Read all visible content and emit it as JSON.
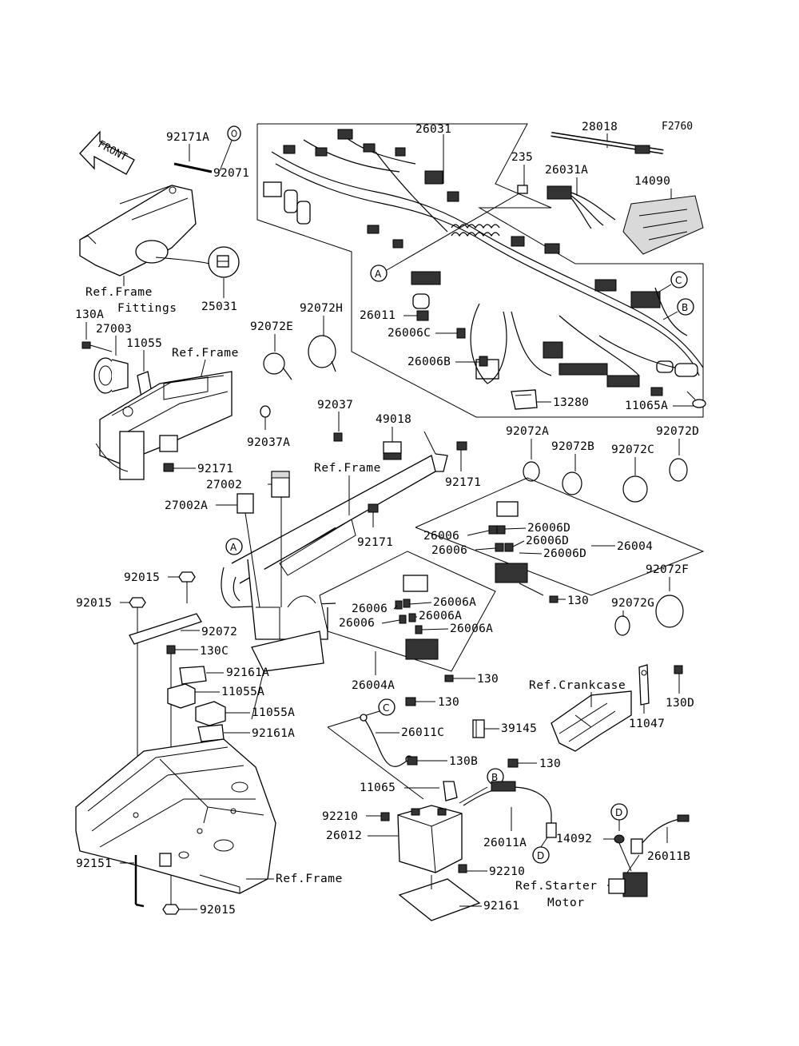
{
  "figure_code": "F2760",
  "front_label": "FRONT",
  "circle_markers": {
    "a": "A",
    "b": "B",
    "c": "C",
    "d": "D"
  },
  "parts": {
    "p26031": "26031",
    "p28018": "28018",
    "p235": "235",
    "p26031A": "26031A",
    "p14090": "14090",
    "p92171A": "92171A",
    "p92071": "92071",
    "p25031": "25031",
    "p130A": "130A",
    "p27003": "27003",
    "p11055": "11055",
    "p92072E": "92072E",
    "p92072H": "92072H",
    "p26011": "26011",
    "p26006C": "26006C",
    "p26006B": "26006B",
    "p13280": "13280",
    "p11065A": "11065A",
    "p92037": "92037",
    "p92037A": "92037A",
    "p49018": "49018",
    "p92171_a": "92171",
    "p92171_b": "92171",
    "p92171_c": "92171",
    "p27002": "27002",
    "p27002A": "27002A",
    "p92072A": "92072A",
    "p92072B": "92072B",
    "p92072C": "92072C",
    "p92072D": "92072D",
    "p26006_1": "26006",
    "p26006_2": "26006",
    "p26006D_1": "26006D",
    "p26006D_2": "26006D",
    "p26006D_3": "26006D",
    "p26004": "26004",
    "p130_1": "130",
    "p92072G": "92072G",
    "p92072F": "92072F",
    "p92015_1": "92015",
    "p92015_2": "92015",
    "p92072": "92072",
    "p130C": "130C",
    "p92161A_1": "92161A",
    "p11055A_1": "11055A",
    "p11055A_2": "11055A",
    "p92161A_2": "92161A",
    "p26006_3": "26006",
    "p26006_4": "26006",
    "p26006A_1": "26006A",
    "p26006A_2": "26006A",
    "p26006A_3": "26006A",
    "p26004A": "26004A",
    "p130_2": "130",
    "p130_3": "130",
    "p26011C": "26011C",
    "p39145": "39145",
    "p130B": "130B",
    "p130_4": "130",
    "p11047": "11047",
    "p130D": "130D",
    "p11065": "11065",
    "p92210_1": "92210",
    "p26012": "26012",
    "p26011A": "26011A",
    "p92210_2": "92210",
    "p14092": "14092",
    "p26011B": "26011B",
    "p92151": "92151",
    "p92015_3": "92015",
    "p92161": "92161"
  },
  "refs": {
    "frame_fittings_1": "Ref.Frame",
    "frame_fittings_2": "Fittings",
    "frame_upper": "Ref.Frame",
    "frame_mid": "Ref.Frame",
    "frame_lower": "Ref.Frame",
    "crankcase": "Ref.Crankcase",
    "starter_1": "Ref.Starter",
    "starter_2": "Motor"
  }
}
